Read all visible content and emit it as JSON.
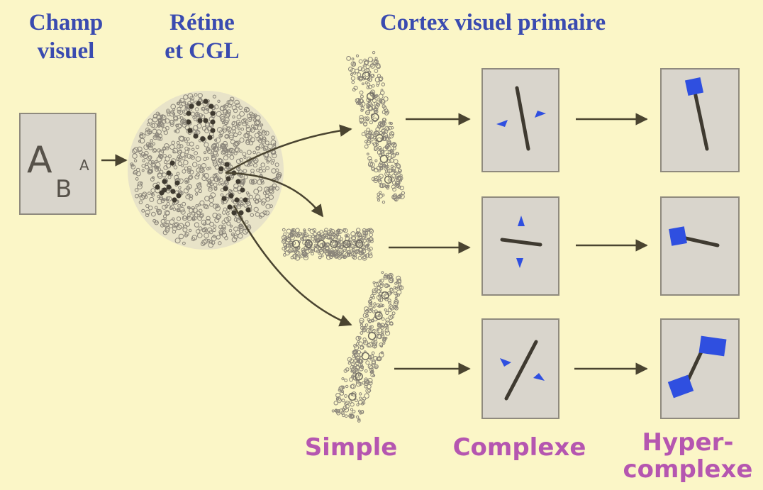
{
  "headers": {
    "visual_field": [
      "Champ",
      "visuel"
    ],
    "retina": [
      "Rétine",
      "et CGL"
    ],
    "cortex": "Cortex visuel primaire"
  },
  "footers": {
    "simple": "Simple",
    "complex": "Complexe",
    "hypercomplex": [
      "Hyper-",
      "complexe"
    ]
  },
  "stimulus": {
    "letters": [
      "A",
      "B",
      "A"
    ]
  },
  "colors": {
    "background": "#fbf6c7",
    "header_text": "#3a4bb0",
    "footer_text": "#b556b0",
    "box_fill": "#d9d5cc",
    "accent_blue": "#2f4fe0",
    "arrow": "#4a4430"
  }
}
